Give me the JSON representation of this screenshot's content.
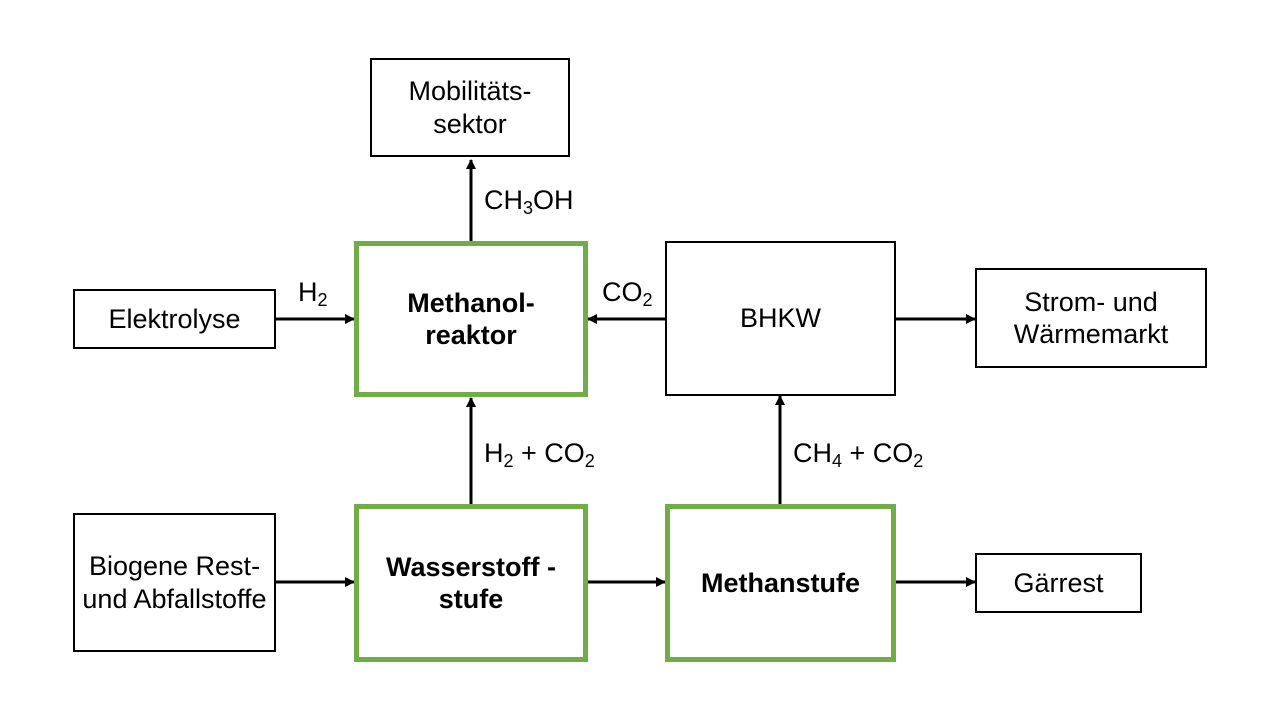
{
  "nodes": {
    "mobilitaet": {
      "lines": [
        "Mobilitäts-",
        "sektor"
      ]
    },
    "elektrolyse": {
      "lines": [
        "Elektrolyse"
      ]
    },
    "methanolreaktor": {
      "lines": [
        "Methanol-",
        "reaktor"
      ]
    },
    "bhkw": {
      "lines": [
        "BHKW"
      ]
    },
    "strom": {
      "lines": [
        "Strom- und",
        "Wärmemarkt"
      ]
    },
    "biogene": {
      "lines": [
        "Biogene",
        "Rest- und",
        "Abfallstoffe"
      ]
    },
    "wasserstoff": {
      "lines": [
        "Wasserstoff",
        "-stufe"
      ]
    },
    "methanstufe": {
      "lines": [
        "Methanstufe"
      ]
    },
    "gaerrest": {
      "lines": [
        "Gärrest"
      ]
    }
  },
  "labels": {
    "ch3oh": {
      "a": "CH",
      "s1": "3",
      "b": "OH"
    },
    "h2": {
      "a": "H",
      "s1": "2"
    },
    "co2": {
      "a": "CO",
      "s1": "2"
    },
    "h2_co2": {
      "a": "H",
      "s1": "2",
      "b": " + CO",
      "s2": "2"
    },
    "ch4_co2": {
      "a": "CH",
      "s1": "4",
      "b": " + CO",
      "s2": "2"
    }
  },
  "colors": {
    "highlight_border": "#70ad47",
    "border": "#000000"
  }
}
